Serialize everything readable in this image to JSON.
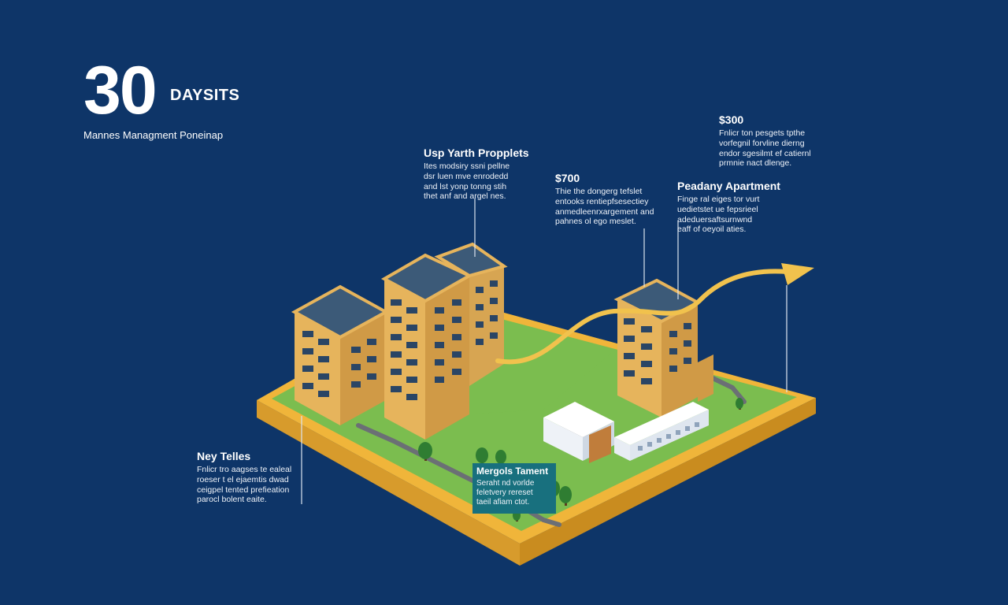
{
  "header": {
    "number": "30",
    "unit": "DAYSITS",
    "subtitle": "Mannes Managment Poneinap"
  },
  "callouts": [
    {
      "title": "Usp Yarth Propplets",
      "body": "Ites modsiry ssni pellne\ndsr luen mve enrodedd\nand lst yonp tonng stih\nthet anf and argel nes."
    },
    {
      "title": "$700",
      "body": "Thie the dongerg tefslet\nentooks rentiepfsesectiey\nanmedleenrxargement and\npahnes ol ego meslet."
    },
    {
      "title": "$300",
      "body": "Fnlicr ton pesgets tpthe\nvorfegnil forvline dierng\nendor sgesilmt ef catiernl\nprmnie nact dlenge."
    },
    {
      "title": "Peadany Apartment",
      "body": "Finge ral eiges tor vurt\nuedietstet ue fepsrieel\nadeduersaftsurnwnd\neaff of oeyoil aties."
    },
    {
      "title": "Ney Telles",
      "body": "Fnlicr tro aagses te ealeal\nroeser t el ejaemtis dwad\nceigpel tented prefieation\nparocl bolent eaite."
    },
    {
      "title": "Mergols Tament",
      "body": "Seraht nd vorlde\nfeletvery rereset\ntaeil afiam ctot."
    }
  ],
  "colors": {
    "background": "#0e3568",
    "building": "#e6b45c",
    "roof": "#3c5a78",
    "grass": "#7bbd4f",
    "base": "#f0b53a",
    "arrow": "#f1c24d",
    "highlight_box": "#18707e"
  }
}
